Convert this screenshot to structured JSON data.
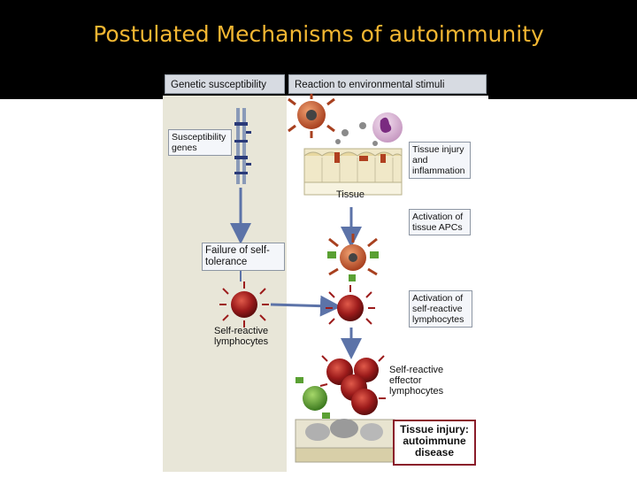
{
  "slide": {
    "title": "Postulated Mechanisms of autoimmunity"
  },
  "diagram": {
    "headers": {
      "left": "Genetic susceptibility",
      "right": "Reaction to environmental stimuli"
    },
    "left_column": {
      "susceptibility_genes": "Susceptibility genes",
      "failure_tolerance": "Failure of self-tolerance",
      "self_reactive_lymphocytes": "Self-reactive lymphocytes"
    },
    "right_column": {
      "tissue_injury_inflammation": "Tissue injury and inflammation",
      "tissue": "Tissue",
      "activation_apcs": "Activation of tissue APCs",
      "activation_lymphocytes": "Activation of self-reactive lymphocytes",
      "effector_lymphocytes": "Self-reactive effector lymphocytes",
      "autoimmune_disease": "Tissue injury: autoimmune disease"
    },
    "colors": {
      "title": "#f2b632",
      "left_panel": "#e8e6d8",
      "lymphocyte": "#9c1b1b",
      "apc": "#c0563a",
      "macrophage_green": "#5aa033",
      "arrow": "#5c73a8",
      "outcome_border": "#8a1c2a"
    }
  }
}
